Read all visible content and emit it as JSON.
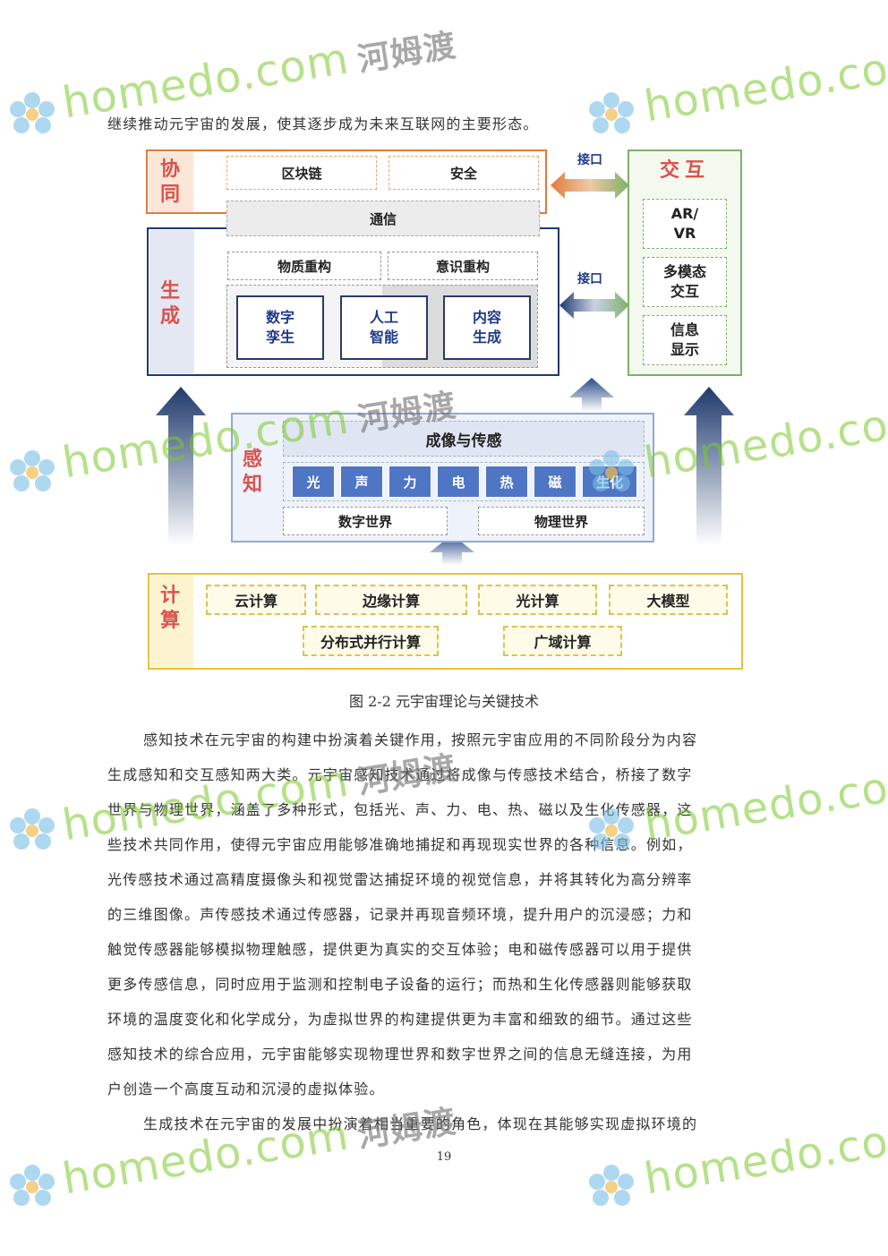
{
  "intro": "继续推动元宇宙的发展，使其逐步成为未来互联网的主要形态。",
  "diagram": {
    "xietong": {
      "label": "协同",
      "items": [
        "区块链",
        "安全"
      ],
      "comm": "通信"
    },
    "shengcheng": {
      "label": "生成",
      "row1": [
        "物质重构",
        "意识重构"
      ],
      "row2": [
        "数字\n孪生",
        "人工\n智能",
        "内容\n生成"
      ]
    },
    "jiaohu": {
      "label": "交互",
      "items": [
        "AR/\nVR",
        "多模态\n交互",
        "信息\n显示"
      ]
    },
    "interface_labels": [
      "接口",
      "接口"
    ],
    "ganzhi": {
      "label": "感知",
      "title": "成像与传感",
      "senses": [
        "光",
        "声",
        "力",
        "电",
        "热",
        "磁",
        "生化"
      ],
      "worlds": [
        "数字世界",
        "物理世界"
      ]
    },
    "jisuan": {
      "label": "计算",
      "row1": [
        "云计算",
        "边缘计算",
        "光计算",
        "大模型"
      ],
      "row2": [
        "分布式并行计算",
        "广域计算"
      ]
    },
    "colors": {
      "orange": "#e07b39",
      "navy": "#1f3a6e",
      "green": "#7fb069",
      "blue": "#4f76c4",
      "yellow": "#e6c23a"
    }
  },
  "caption": "图 2-2  元宇宙理论与关键技术",
  "paragraph1": [
    "感知技术在元宇宙的构建中扮演着关键作用，按照元宇宙应用的不同阶段分为内容",
    "生成感知和交互感知两大类。元宇宙感知技术通过将成像与传感技术结合，桥接了数字",
    "世界与物理世界，涵盖了多种形式，包括光、声、力、电、热、磁以及生化传感器，这",
    "些技术共同作用，使得元宇宙应用能够准确地捕捉和再现现实世界的各种信息。例如，",
    "光传感技术通过高精度摄像头和视觉雷达捕捉环境的视觉信息，并将其转化为高分辨率",
    "的三维图像。声传感技术通过传感器，记录并再现音频环境，提升用户的沉浸感；力和",
    "触觉传感器能够模拟物理触感，提供更为真实的交互体验；电和磁传感器可以用于提供",
    "更多传感信息，同时应用于监测和控制电子设备的运行；而热和生化传感器则能够获取",
    "环境的温度变化和化学成分，为虚拟世界的构建提供更为丰富和细致的细节。通过这些",
    "感知技术的综合应用，元宇宙能够实现物理世界和数字世界之间的信息无缝连接，为用",
    "户创造一个高度互动和沉浸的虚拟体验。"
  ],
  "paragraph2": [
    "生成技术在元宇宙的发展中扮演着相当重要的角色，体现在其能够实现虚拟环境的"
  ],
  "page_number": "19",
  "watermark": {
    "en": "homedo.com",
    "cn": "河姆渡"
  }
}
